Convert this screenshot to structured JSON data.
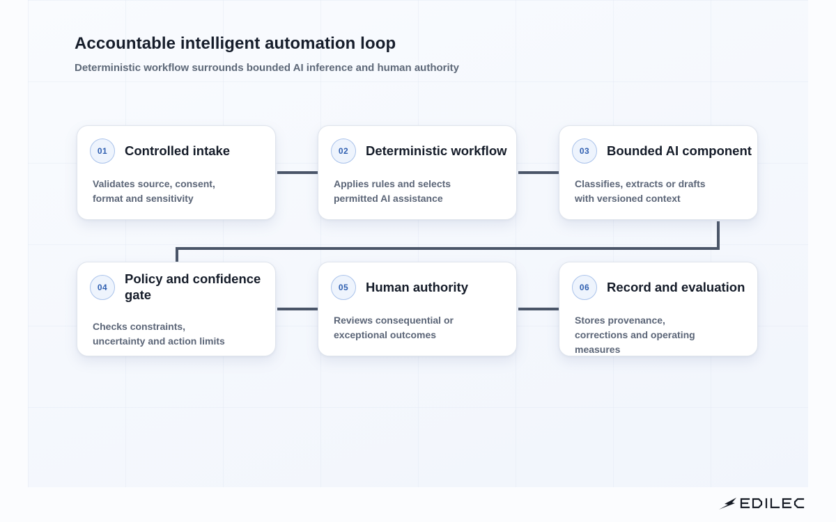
{
  "diagram": {
    "title": "Accountable intelligent automation loop",
    "subtitle": "Deterministic workflow surrounds bounded AI inference and human authority",
    "steps": [
      {
        "number": "01",
        "title": "Controlled intake",
        "description": "Validates source, consent, format and sensitivity"
      },
      {
        "number": "02",
        "title": "Deterministic workflow",
        "description": "Applies rules and selects permitted AI assistance"
      },
      {
        "number": "03",
        "title": "Bounded AI component",
        "description": "Classifies, extracts or drafts with versioned context"
      },
      {
        "number": "04",
        "title": "Policy and confidence gate",
        "description": "Checks constraints, uncertainty and action limits"
      },
      {
        "number": "05",
        "title": "Human authority",
        "description": "Reviews consequential or exceptional outcomes"
      },
      {
        "number": "06",
        "title": "Record and evaluation",
        "description": "Stores provenance, corrections and operating measures"
      }
    ],
    "connector_color": "#4a5568"
  },
  "brand": {
    "logo_text": "EDILEC"
  }
}
